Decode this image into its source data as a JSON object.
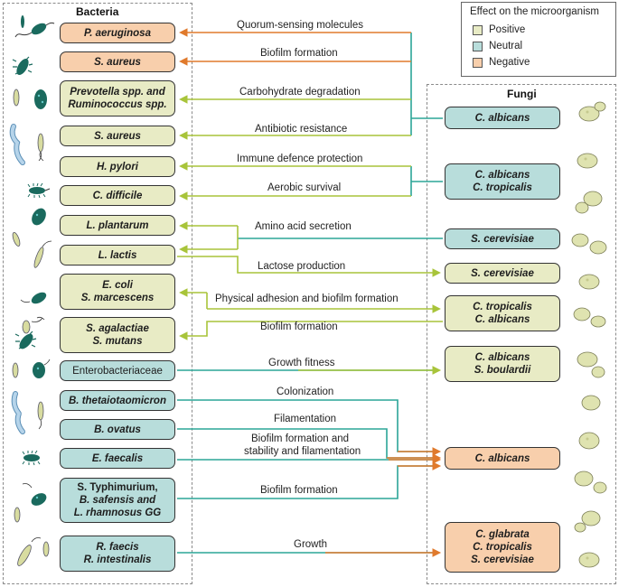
{
  "panels": {
    "bacteria_title": "Bacteria",
    "fungi_title": "Fungi"
  },
  "legend": {
    "title": "Effect on the microorganism",
    "items": [
      {
        "label": "Positive",
        "color": "#e8ebc5"
      },
      {
        "label": "Neutral",
        "color": "#b8dddb"
      },
      {
        "label": "Negative",
        "color": "#f8cfac"
      }
    ]
  },
  "colors": {
    "positive": "#e8ebc5",
    "neutral": "#b8dddb",
    "negative": "#f8cfac",
    "arrow_orange": "#e07a2c",
    "arrow_green": "#a8c43a",
    "arrow_teal": "#2ba597",
    "cell_green": "#1a6a5e",
    "cell_yellow": "#d8dca0",
    "cell_blue": "#b6d4ea"
  },
  "bacteria": [
    {
      "id": "b1",
      "lines": [
        "P. aeruginosa"
      ],
      "effect": "negative"
    },
    {
      "id": "b2",
      "lines": [
        "S. aureus"
      ],
      "effect": "negative"
    },
    {
      "id": "b3",
      "lines": [
        "Prevotella spp. and",
        "Ruminococcus spp."
      ],
      "effect": "positive"
    },
    {
      "id": "b4",
      "lines": [
        "S. aureus"
      ],
      "effect": "positive"
    },
    {
      "id": "b5",
      "lines": [
        "H. pylori"
      ],
      "effect": "positive"
    },
    {
      "id": "b6",
      "lines": [
        "C. difficile"
      ],
      "effect": "positive"
    },
    {
      "id": "b7",
      "lines": [
        "L. plantarum"
      ],
      "effect": "positive"
    },
    {
      "id": "b8",
      "lines": [
        "L. lactis"
      ],
      "effect": "positive"
    },
    {
      "id": "b9",
      "lines": [
        "E. coli",
        "S. marcescens"
      ],
      "effect": "positive"
    },
    {
      "id": "b10",
      "lines": [
        "S. agalactiae",
        "S. mutans"
      ],
      "effect": "positive"
    },
    {
      "id": "b11",
      "lines": [
        "Enterobacteriaceae"
      ],
      "effect": "neutral"
    },
    {
      "id": "b12",
      "lines": [
        "B. thetaiotaomicron"
      ],
      "effect": "neutral"
    },
    {
      "id": "b13",
      "lines": [
        "B. ovatus"
      ],
      "effect": "neutral"
    },
    {
      "id": "b14",
      "lines": [
        "E. faecalis"
      ],
      "effect": "neutral"
    },
    {
      "id": "b15",
      "lines": [
        "S. Typhimurium,",
        "B. safensis and",
        "L. rhamnosus GG"
      ],
      "effect": "neutral"
    },
    {
      "id": "b16",
      "lines": [
        "R. faecis",
        "R. intestinalis"
      ],
      "effect": "neutral"
    }
  ],
  "fungi": [
    {
      "id": "f1",
      "lines": [
        "C. albicans"
      ],
      "effect": "neutral"
    },
    {
      "id": "f2",
      "lines": [
        "C. albicans",
        "C. tropicalis"
      ],
      "effect": "neutral"
    },
    {
      "id": "f3",
      "lines": [
        "S. cerevisiae"
      ],
      "effect": "neutral"
    },
    {
      "id": "f4",
      "lines": [
        "S. cerevisiae"
      ],
      "effect": "positive"
    },
    {
      "id": "f5",
      "lines": [
        "C. tropicalis",
        "C. albicans"
      ],
      "effect": "positive"
    },
    {
      "id": "f6",
      "lines": [
        "C. albicans",
        "S. boulardii"
      ],
      "effect": "positive"
    },
    {
      "id": "f7",
      "lines": [
        "C. albicans"
      ],
      "effect": "negative"
    },
    {
      "id": "f8",
      "lines": [
        "C. glabrata",
        "C. tropicalis",
        "S. cerevisiae"
      ],
      "effect": "negative"
    }
  ],
  "interactions": [
    {
      "label": "Quorum-sensing molecules",
      "from": "f1",
      "to": "b1",
      "effect": "negative"
    },
    {
      "label": "Biofilm formation",
      "from": "f1",
      "to": "b2",
      "effect": "negative"
    },
    {
      "label": "Carbohydrate degradation",
      "from": "f1",
      "to": "b3",
      "effect": "positive"
    },
    {
      "label": "Antibiotic resistance",
      "from": "f1",
      "to": "b4",
      "effect": "positive"
    },
    {
      "label": "Immune defence protection",
      "from": "f2",
      "to": "b5",
      "effect": "positive"
    },
    {
      "label": "Aerobic survival",
      "from": "f2",
      "to": "b6",
      "effect": "positive"
    },
    {
      "label": "Amino acid secretion",
      "from": "f3",
      "to": "b7, b8",
      "effect": "positive"
    },
    {
      "label": "Lactose production",
      "from": "b8",
      "to": "f4",
      "effect": "positive"
    },
    {
      "label": "Physical adhesion and biofilm formation",
      "from": "b9",
      "to": "f5",
      "effect": "positive"
    },
    {
      "label": "Biofilm formation",
      "from": "f5",
      "to": "b10",
      "effect": "positive"
    },
    {
      "label": "Growth fitness",
      "from": "b11",
      "to": "f6",
      "effect": "positive"
    },
    {
      "label": "Colonization",
      "from": "b12",
      "to": "f7",
      "effect": "negative"
    },
    {
      "label": "Filamentation",
      "from": "b13",
      "to": "f7",
      "effect": "negative"
    },
    {
      "label": "Biofilm formation and stability and filamentation",
      "from": "b14",
      "to": "f7",
      "effect": "negative"
    },
    {
      "label": "Biofilm formation",
      "from": "b15",
      "to": "f7",
      "effect": "negative"
    },
    {
      "label": "Growth",
      "from": "b16",
      "to": "f8",
      "effect": "negative"
    }
  ],
  "label_text": [
    "Quorum-sensing molecules",
    "Biofilm formation",
    "Carbohydrate degradation",
    "Antibiotic resistance",
    "Immune defence protection",
    "Aerobic survival",
    "Amino acid secretion",
    "Lactose production",
    "Physical adhesion and biofilm formation",
    "Biofilm formation",
    "Growth fitness",
    "Colonization",
    "Filamentation",
    "Biofilm formation and",
    "stability and filamentation",
    "Biofilm formation",
    "Growth"
  ]
}
